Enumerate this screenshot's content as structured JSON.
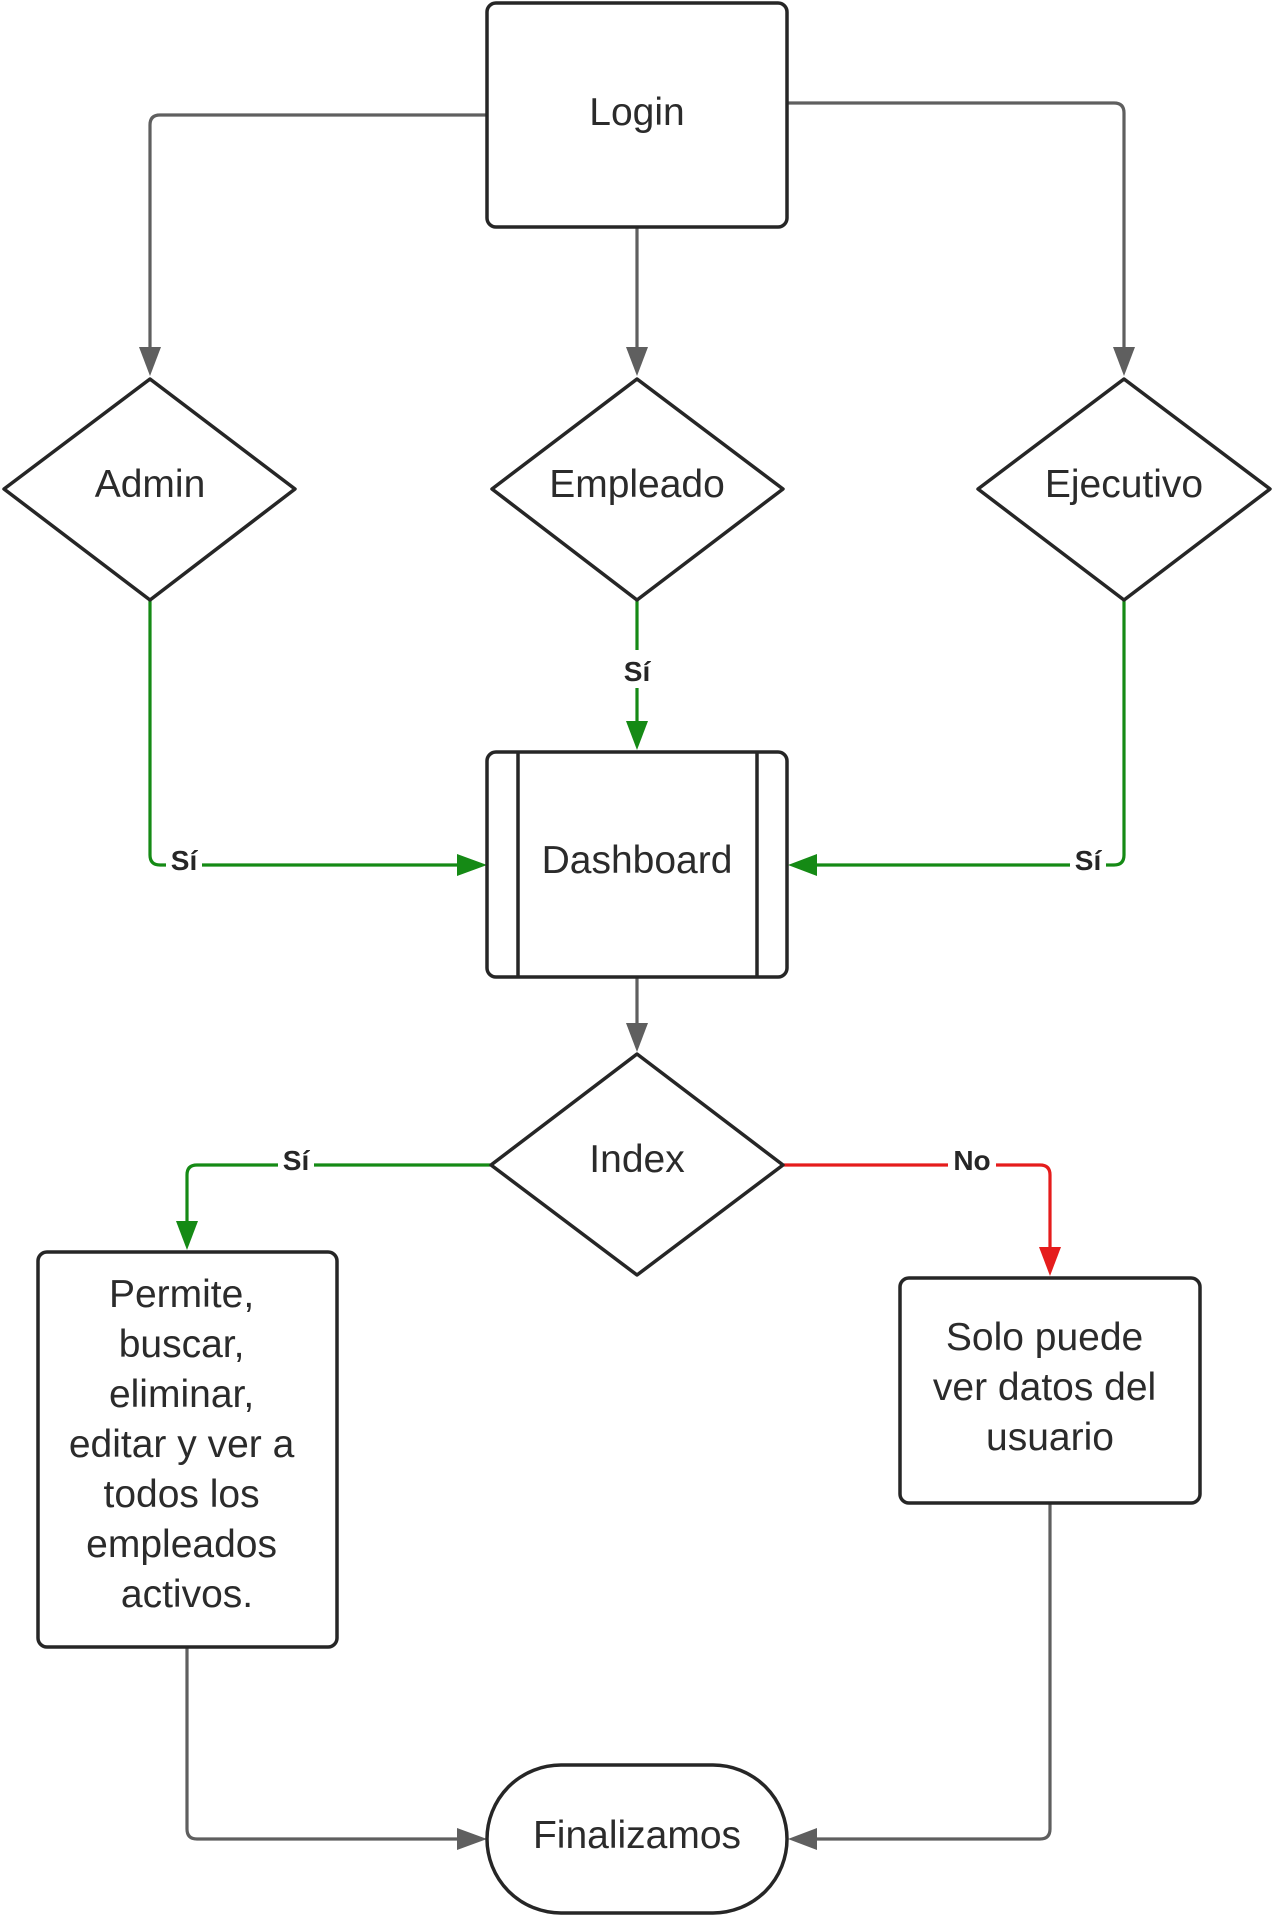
{
  "colors": {
    "neutral": "#5f5f5f",
    "yes": "#158a15",
    "no": "#e51c1c",
    "node_stroke": "#262626"
  },
  "nodes": {
    "login": "Login",
    "admin": "Admin",
    "empleado": "Empleado",
    "ejecutivo": "Ejecutivo",
    "dashboard": "Dashboard",
    "index": "Index",
    "permite": [
      "Permite,",
      "buscar,",
      "eliminar,",
      "editar y ver a",
      "todos los",
      "empleados",
      "activos."
    ],
    "solo": [
      "Solo puede",
      "ver datos del",
      "usuario"
    ],
    "finalizamos": "Finalizamos"
  },
  "edges": {
    "empleado_dashboard": "Sí",
    "admin_dashboard": "Sí",
    "ejecutivo_dashboard": "Sí",
    "index_permite": "Sí",
    "index_solo": "No"
  }
}
